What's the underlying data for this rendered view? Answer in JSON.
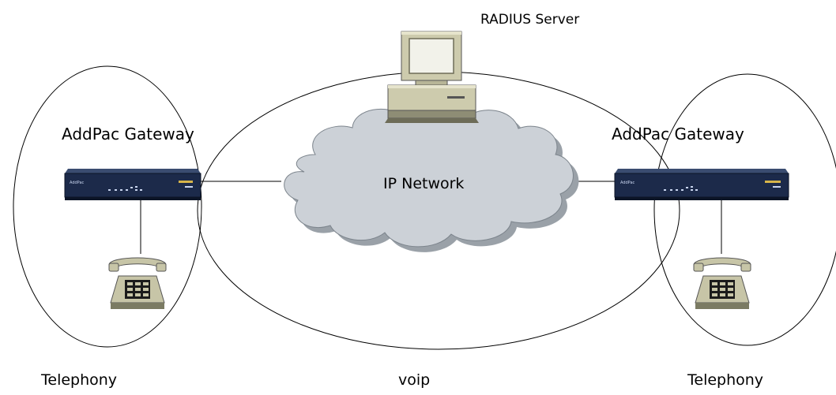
{
  "labels": {
    "radius_server": "RADIUS Server",
    "gateway_left": "AddPac Gateway",
    "gateway_right": "AddPac Gateway",
    "ip_network": "IP Network",
    "telephony_left": "Telephony",
    "voip": "voip",
    "telephony_right": "Telephony"
  },
  "device_badges": {
    "brand": "AddPac"
  },
  "colors": {
    "line": "#000000",
    "cloud_fill": "#ccd1d7",
    "cloud_shadow": "#9aa1a8",
    "gateway_body": "#1c2a4a",
    "gateway_top": "#3a4c70",
    "phone_body": "#c7c5a7",
    "phone_dark": "#7b7b63",
    "computer_body": "#cdcbad",
    "computer_shadow": "#8e8d75"
  }
}
